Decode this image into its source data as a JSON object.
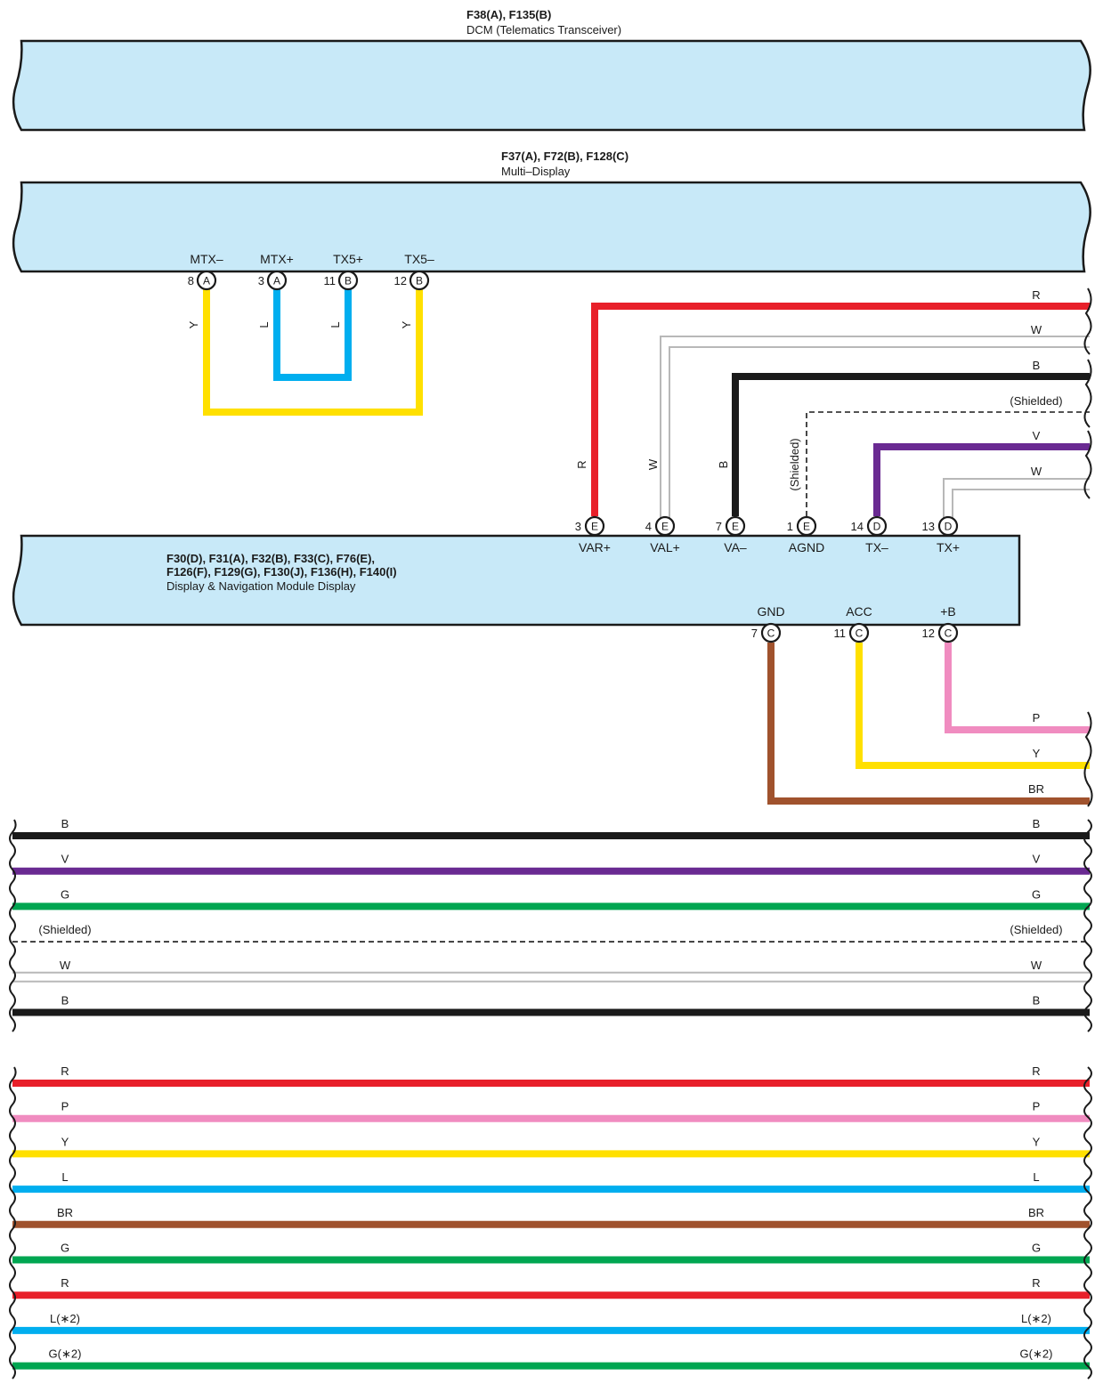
{
  "components": {
    "dcm": {
      "code": "F38(A), F135(B)",
      "name": "DCM (Telematics Transceiver)"
    },
    "multi_display": {
      "code": "F37(A), F72(B), F128(C)",
      "name": "Multi–Display",
      "terminals": [
        {
          "name": "MTX–",
          "pin": "8",
          "conn": "A"
        },
        {
          "name": "MTX+",
          "pin": "3",
          "conn": "A"
        },
        {
          "name": "TX5+",
          "pin": "11",
          "conn": "B"
        },
        {
          "name": "TX5–",
          "pin": "12",
          "conn": "B"
        }
      ]
    },
    "nav_module": {
      "code_line1": "F30(D), F31(A), F32(B), F33(C), F76(E),",
      "code_line2": "F126(F), F129(G), F130(J), F136(H), F140(I)",
      "name": "Display & Navigation Module Display",
      "top_terminals": [
        {
          "name": "VAR+",
          "pin": "3",
          "conn": "E"
        },
        {
          "name": "VAL+",
          "pin": "4",
          "conn": "E"
        },
        {
          "name": "VA–",
          "pin": "7",
          "conn": "E"
        },
        {
          "name": "AGND",
          "pin": "1",
          "conn": "E"
        },
        {
          "name": "TX–",
          "pin": "14",
          "conn": "D"
        },
        {
          "name": "TX+",
          "pin": "13",
          "conn": "D"
        }
      ],
      "bottom_terminals": [
        {
          "name": "GND",
          "pin": "7",
          "conn": "C"
        },
        {
          "name": "ACC",
          "pin": "11",
          "conn": "C"
        },
        {
          "name": "+B",
          "pin": "12",
          "conn": "C"
        }
      ]
    }
  },
  "wire_colors": {
    "R": "#e8202a",
    "W": "#b8b8b8",
    "B": "#1a1a1a",
    "V": "#6a2a92",
    "Y": "#ffe000",
    "L": "#00aeef",
    "P": "#f08cc0",
    "BR": "#a0522d",
    "G": "#00a651",
    "shield": "#1a1a1a"
  },
  "wires": {
    "multi_display": [
      "Y",
      "L",
      "L",
      "Y"
    ],
    "nav_top": [
      "R",
      "W",
      "B",
      "(Shielded)",
      "V",
      "W"
    ],
    "nav_bottom": [
      "BR",
      "Y",
      "P"
    ]
  },
  "pass_through": {
    "group_1": [
      "B",
      "V",
      "G",
      "(Shielded)",
      "W",
      "B"
    ],
    "group_2": [
      "R",
      "P",
      "Y",
      "L",
      "BR",
      "G",
      "R",
      "L(∗2)",
      "G(∗2)"
    ]
  }
}
